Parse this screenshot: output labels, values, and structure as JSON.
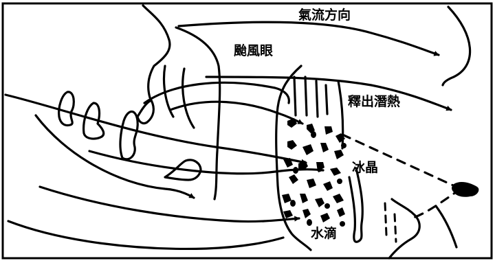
{
  "labels": {
    "airflow_direction": "氣流方向",
    "typhoon_eye": "颱風眼",
    "latent_heat_release": "釋出潛熱",
    "ice_crystals": "冰晶",
    "water_droplets": "水滴"
  },
  "colors": {
    "ink": "#000000",
    "paper": "#ffffff"
  }
}
